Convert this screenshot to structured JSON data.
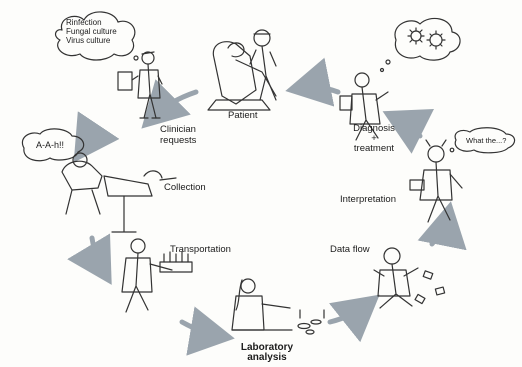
{
  "stages": {
    "patient": "Patient",
    "clinician": "Clinician\nrequests",
    "collection": "Collection",
    "transportation": "Transportation",
    "lab": "Laboratory\nanalysis",
    "dataflow": "Data flow",
    "interpretation": "Interpretation",
    "diagnosis": "Diagnosis\n+\ntreatment"
  },
  "bubbles": {
    "clinician_request": [
      "Rinfection",
      "Fungal culture",
      "Virus culture"
    ],
    "collection_shout": "A-A-h!!",
    "interpretation_thought": "What the...?"
  },
  "colors": {
    "ink": "#333333",
    "arrow": "#9aa4ad"
  }
}
